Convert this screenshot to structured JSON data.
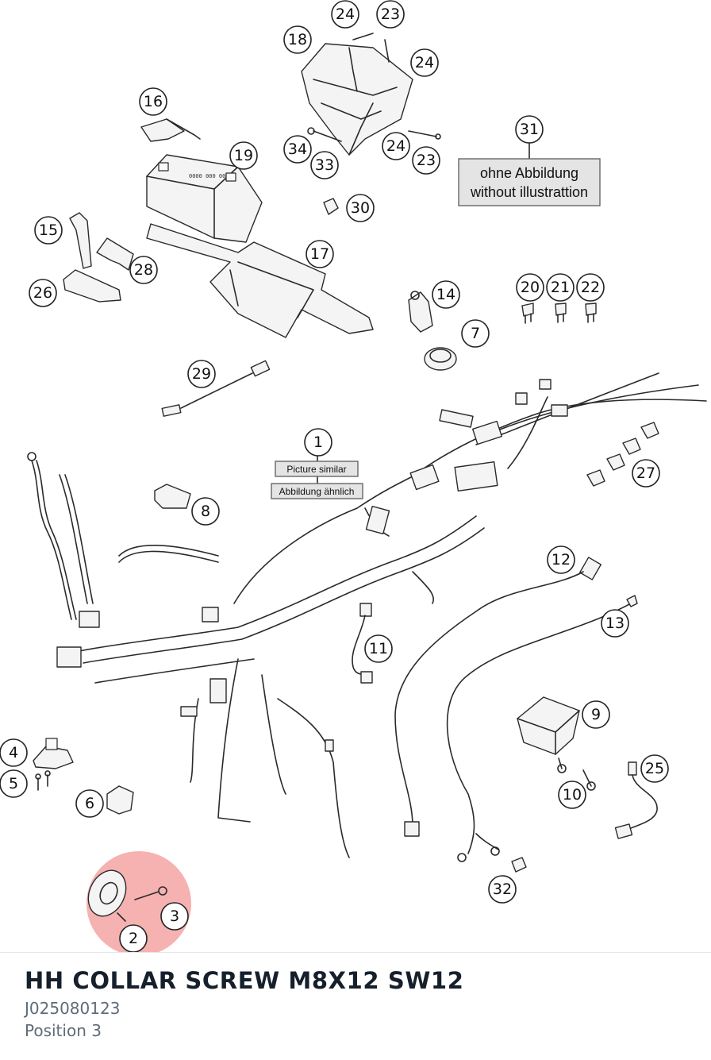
{
  "diagram": {
    "callouts": [
      "1",
      "2",
      "3",
      "4",
      "5",
      "6",
      "7",
      "8",
      "9",
      "10",
      "11",
      "12",
      "13",
      "14",
      "15",
      "16",
      "17",
      "18",
      "19",
      "20",
      "21",
      "22",
      "23",
      "24",
      "25",
      "26",
      "27",
      "28",
      "29",
      "30",
      "31",
      "32",
      "33",
      "34"
    ],
    "note_31": {
      "line1": "ohne Abbildung",
      "line2": "without illustrattion"
    },
    "note_1": {
      "line1": "Picture similar",
      "line2": "Abbildung ähnlich"
    },
    "battery_label": "0000 000 00",
    "highlight_color": "#f4a3a3"
  },
  "part": {
    "name": "HH COLLAR SCREW M8X12 SW12",
    "number": "J025080123",
    "position": "Position 3"
  }
}
